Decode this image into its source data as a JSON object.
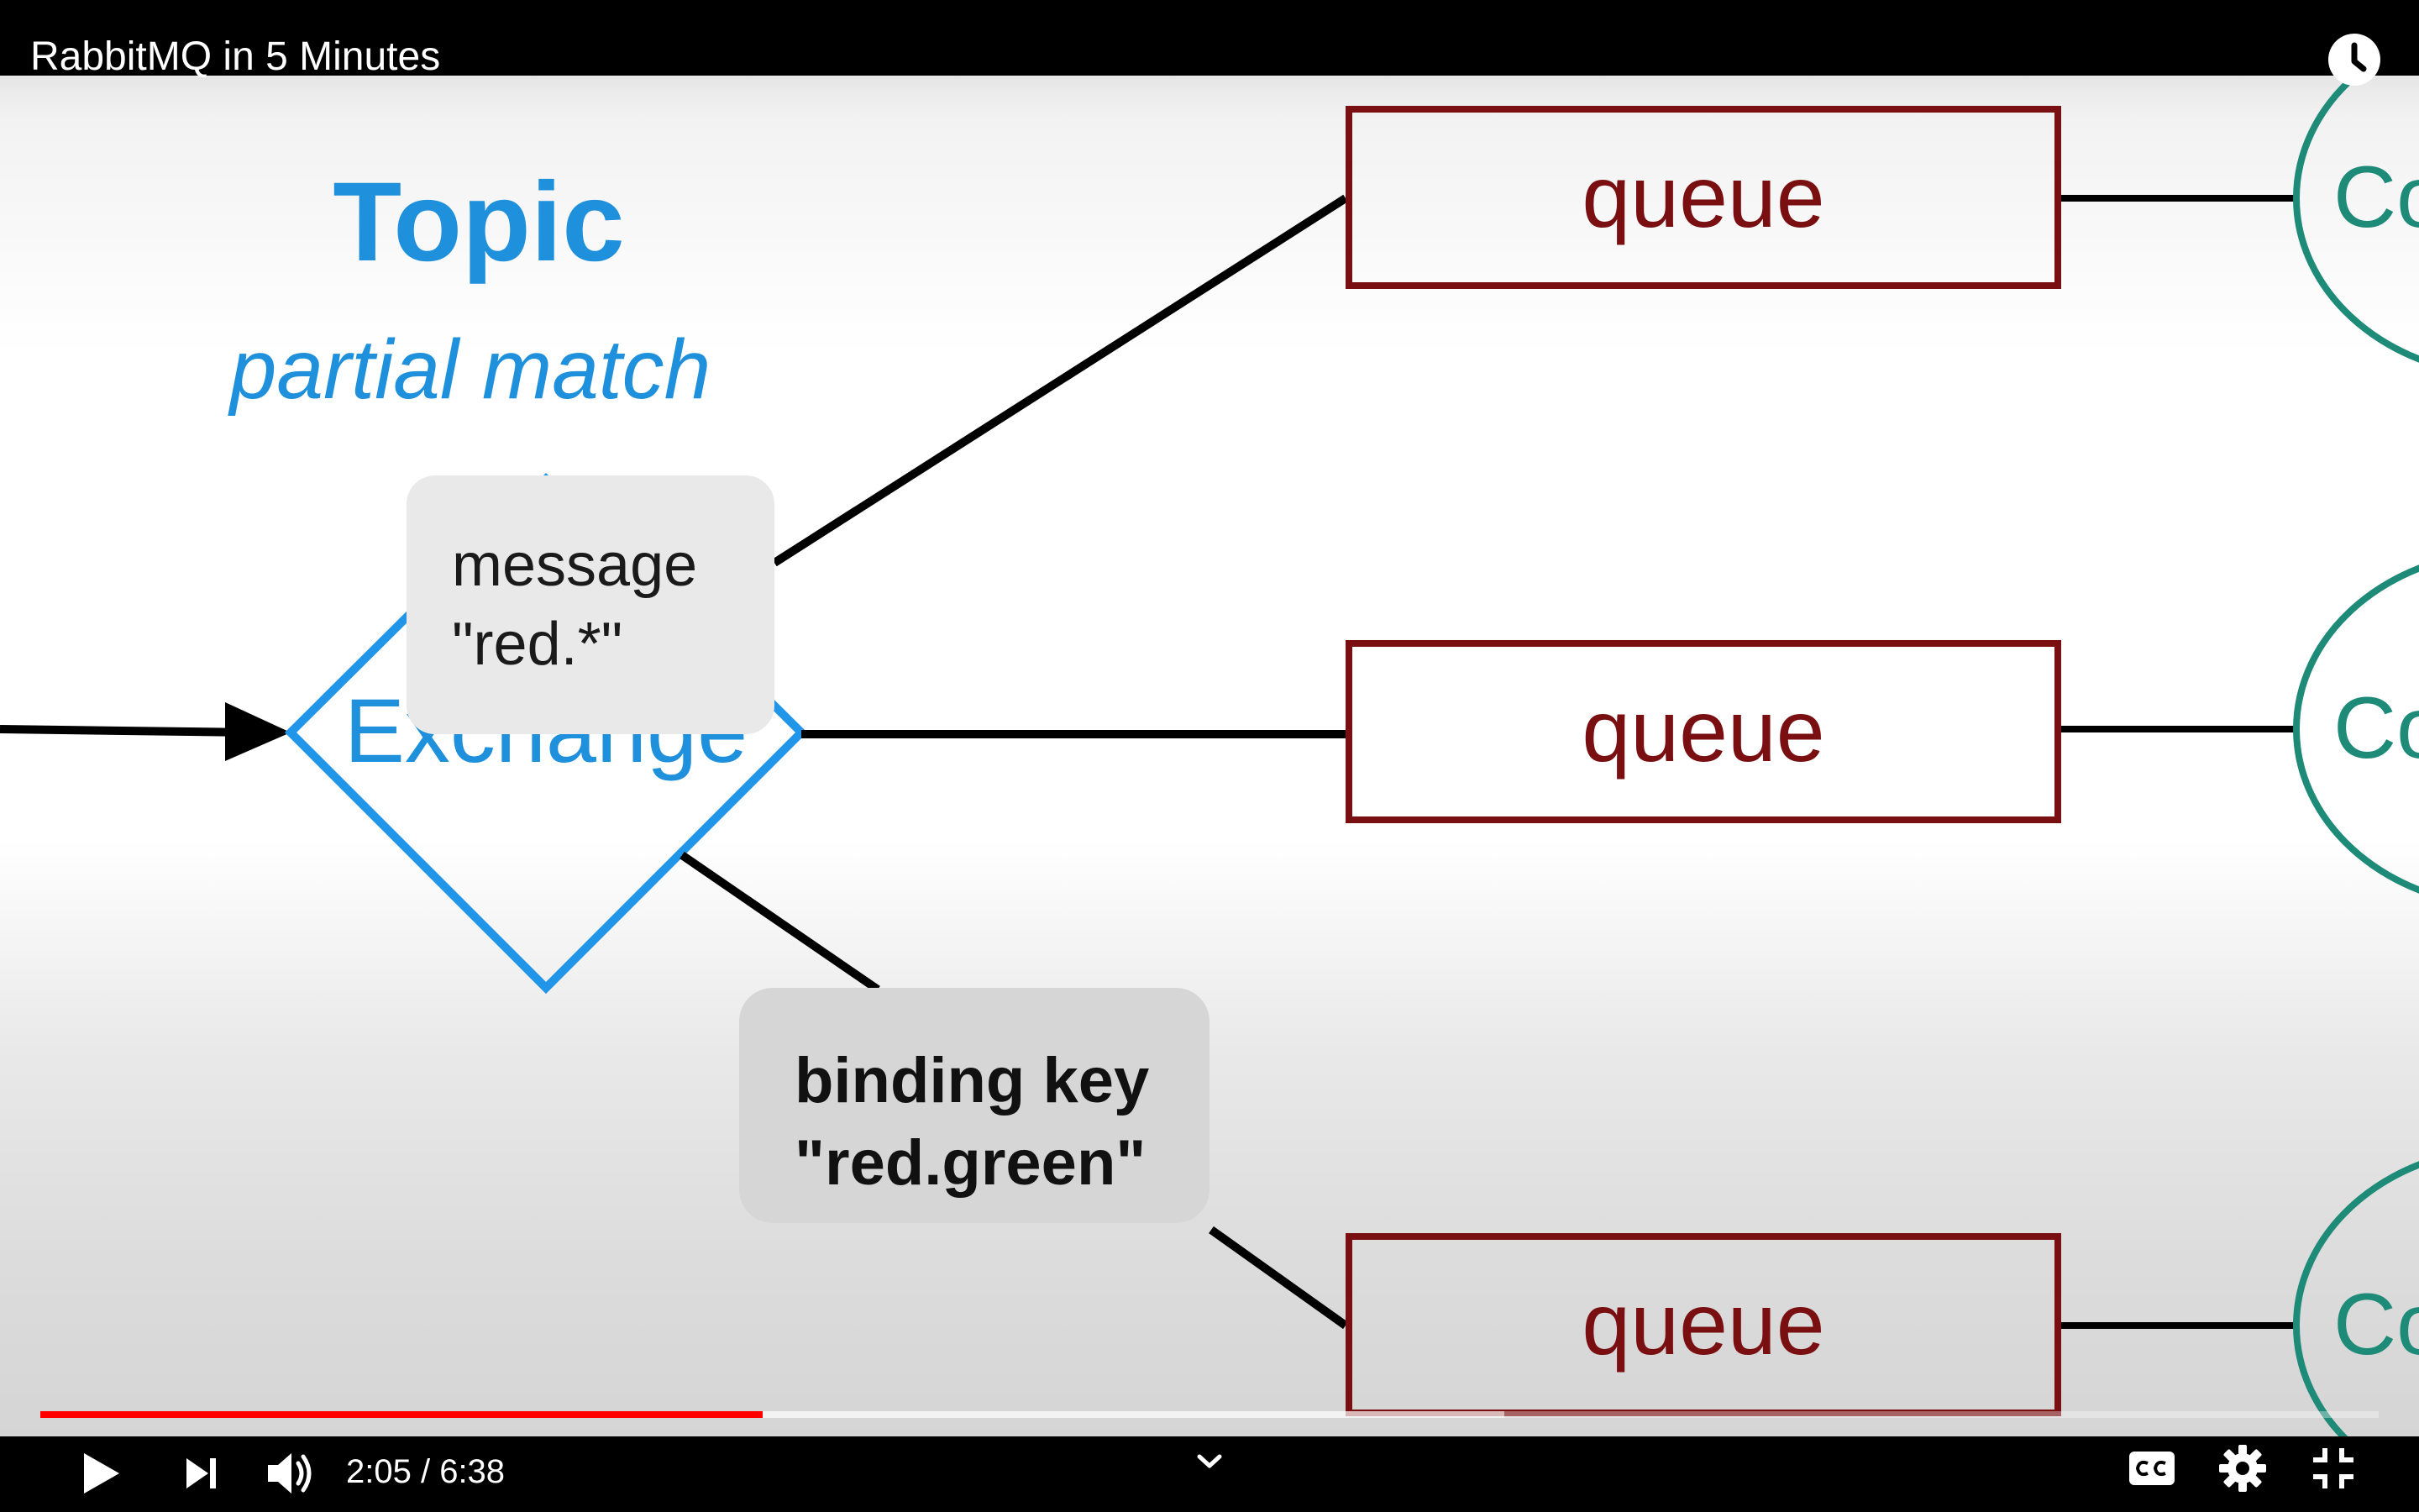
{
  "player": {
    "video_title": "RabbitMQ in 5 Minutes",
    "time_current": "2:05",
    "time_total": "6:38",
    "time_display": "2:05 / 6:38",
    "progress_played_fraction": 0.309,
    "progress_buffered_fraction": 0.626,
    "progress_color": "#ff0000",
    "icons": {
      "watch_later": "clock-icon",
      "play": "play-icon",
      "next": "next-icon",
      "volume": "volume-icon",
      "chapters": "chevron-down-icon",
      "captions": "cc-icon",
      "settings": "gear-icon",
      "exit_fullscreen": "exit-fullscreen-icon"
    }
  },
  "slide": {
    "title": "Topic",
    "subtitle": "partial match",
    "exchange_label": "Exchange",
    "message_line_1": "message",
    "message_line_2": "\"red.*\"",
    "binding_line_1": "binding key",
    "binding_line_2": "\"red.green\"",
    "queues": [
      "queue",
      "queue",
      "queue"
    ],
    "consumer_partial": "Co",
    "colors": {
      "exchange": "#1e90dc",
      "queue": "#7a0f12",
      "consumer": "#1e8a78"
    }
  }
}
